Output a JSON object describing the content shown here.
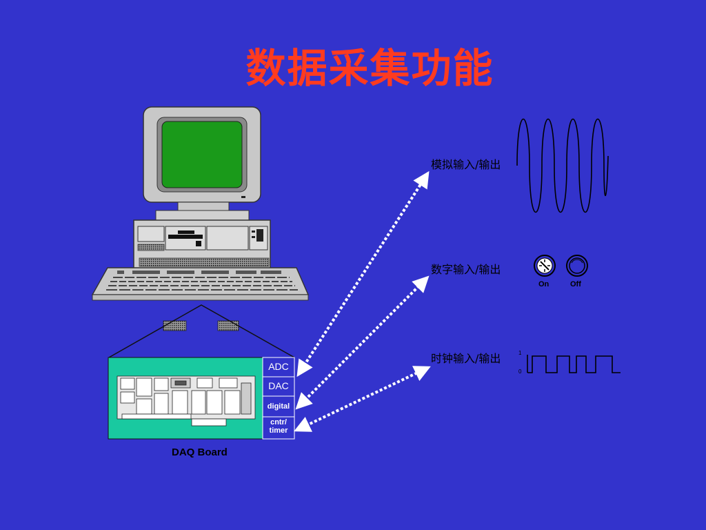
{
  "title": "数据采集功能",
  "io": {
    "analog": "模拟输入/输出",
    "digital": "数字输入/输出",
    "clock": "时钟输入/输出"
  },
  "switch": {
    "on": "On",
    "off": "Off"
  },
  "clock_axis": {
    "high": "1",
    "low": "0"
  },
  "daq": {
    "caption": "DAQ Board",
    "ports": [
      "ADC",
      "DAC",
      "digital",
      "cntr/",
      "timer"
    ]
  },
  "colors": {
    "background": "#3333cc",
    "title": "#ff3b1f",
    "board": "#19c9a0",
    "screen": "#1a9a1a",
    "arrow": "#ffffff"
  }
}
